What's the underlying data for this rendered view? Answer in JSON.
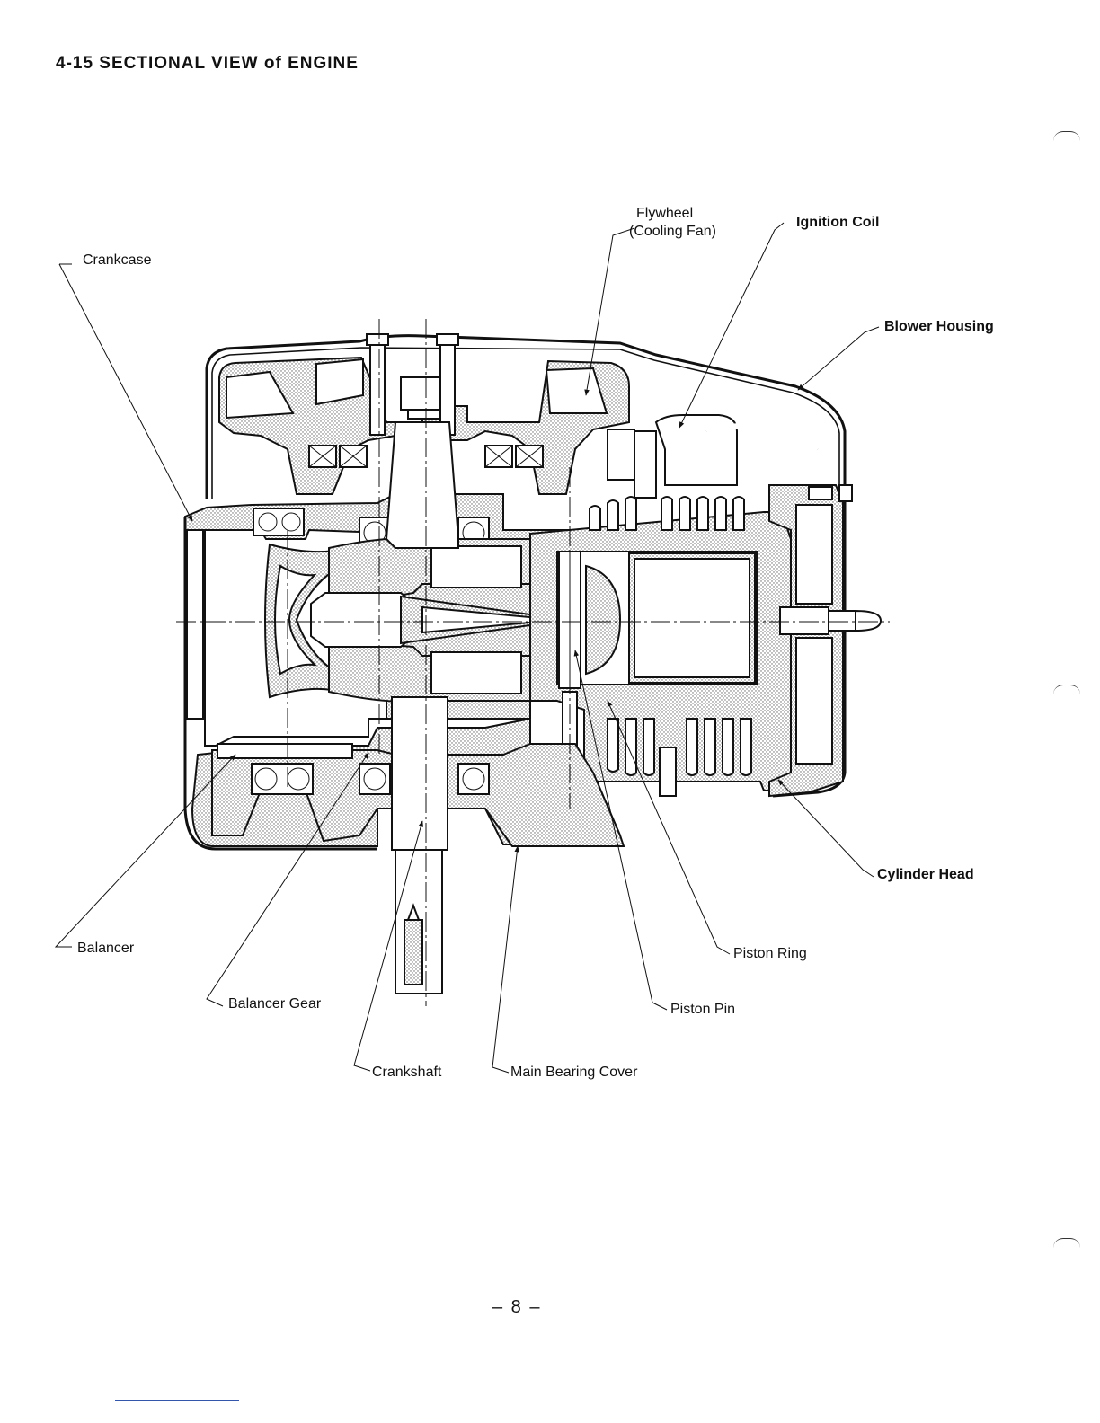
{
  "heading": "4-15 SECTIONAL VIEW of ENGINE",
  "labels": {
    "crankcase": "Crankcase",
    "flywheel_line1": "Flywheel",
    "flywheel_line2": "(Cooling Fan)",
    "ignition_coil": "Ignition Coil",
    "blower_housing": "Blower Housing",
    "cylinder_head": "Cylinder Head",
    "balancer": "Balancer",
    "piston_ring": "Piston Ring",
    "balancer_gear": "Balancer Gear",
    "piston_pin": "Piston Pin",
    "crankshaft": "Crankshaft",
    "main_bearing_cover": "Main Bearing Cover"
  },
  "page_number": "– 8 –"
}
